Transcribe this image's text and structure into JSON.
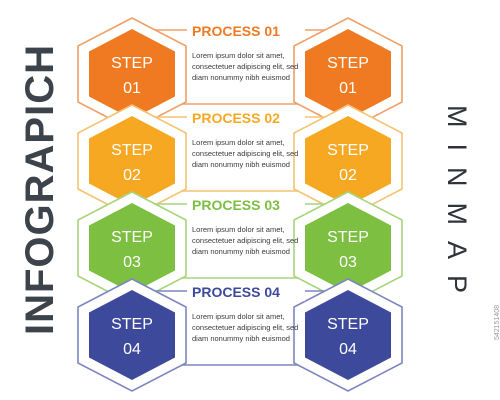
{
  "title_left": "INFOGRAPICH",
  "title_right": "MINMAP",
  "stock_id": "542151408",
  "body_text": {
    "line1": "Lorem ipsum dolor sit amet,",
    "line2": "consectetuer adipiscing elit, sed",
    "line3": "diam nonummy nibh euismod"
  },
  "processes": [
    {
      "title": "PROCESS 01",
      "step_word": "STEP",
      "step_number": "01",
      "color": "#ef7a22",
      "line_color": "#f0a068"
    },
    {
      "title": "PROCESS 02",
      "step_word": "STEP",
      "step_number": "02",
      "color": "#f7a823",
      "line_color": "#f6c270"
    },
    {
      "title": "PROCESS 03",
      "step_word": "STEP",
      "step_number": "03",
      "color": "#7cbf41",
      "line_color": "#a8d47c"
    },
    {
      "title": "PROCESS 04",
      "step_word": "STEP",
      "step_number": "04",
      "color": "#3d4a9c",
      "line_color": "#7d86c0"
    }
  ]
}
